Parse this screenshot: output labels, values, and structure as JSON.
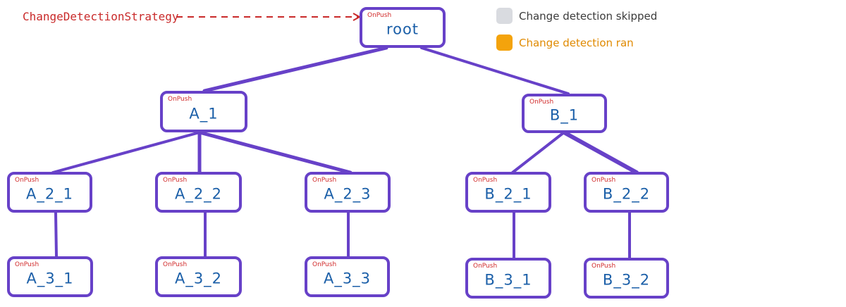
{
  "annotation": {
    "label": "ChangeDetectionStrategy"
  },
  "legend": [
    {
      "label": "Change detection skipped",
      "swatch_color": "#d9dbe0",
      "text_color": "#3b3b3b"
    },
    {
      "label": "Change detection ran",
      "swatch_color": "#f4a30c",
      "text_color": "#e08a00"
    }
  ],
  "colors": {
    "edge": "#6741c8",
    "node_border": "#6741c8",
    "node_text": "#1b5fa8",
    "strategy_text": "#d12b2b",
    "annotation": "#c92a2a"
  },
  "tree": {
    "root": {
      "label": "root",
      "strategy": "OnPush"
    },
    "A_1": {
      "label": "A_1",
      "strategy": "OnPush"
    },
    "B_1": {
      "label": "B_1",
      "strategy": "OnPush"
    },
    "A_2_1": {
      "label": "A_2_1",
      "strategy": "OnPush"
    },
    "A_2_2": {
      "label": "A_2_2",
      "strategy": "OnPush"
    },
    "A_2_3": {
      "label": "A_2_3",
      "strategy": "OnPush"
    },
    "B_2_1": {
      "label": "B_2_1",
      "strategy": "OnPush"
    },
    "B_2_2": {
      "label": "B_2_2",
      "strategy": "OnPush"
    },
    "A_3_1": {
      "label": "A_3_1",
      "strategy": "OnPush"
    },
    "A_3_2": {
      "label": "A_3_2",
      "strategy": "OnPush"
    },
    "A_3_3": {
      "label": "A_3_3",
      "strategy": "OnPush"
    },
    "B_3_1": {
      "label": "B_3_1",
      "strategy": "OnPush"
    },
    "B_3_2": {
      "label": "B_3_2",
      "strategy": "OnPush"
    }
  }
}
